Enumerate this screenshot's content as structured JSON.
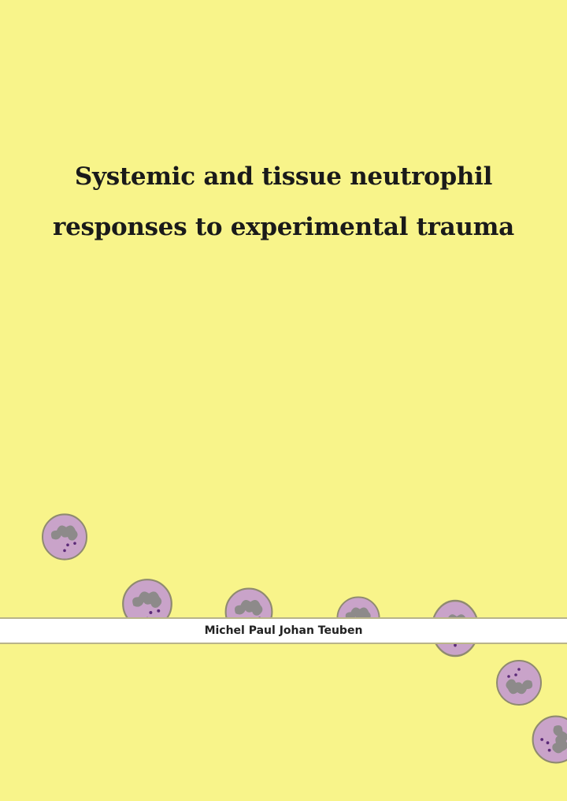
{
  "cover": {
    "title_line1": "Systemic and tissue neutrophil",
    "title_line2": "responses to experimental trauma",
    "author": "Michel Paul Johan Teuben"
  },
  "colors": {
    "background": "#f8f48a",
    "cell_body": "#c9a3c9",
    "cell_outline": "#8f8a70",
    "nucleus": "#8d8a8a",
    "granule": "#5b2a78"
  }
}
